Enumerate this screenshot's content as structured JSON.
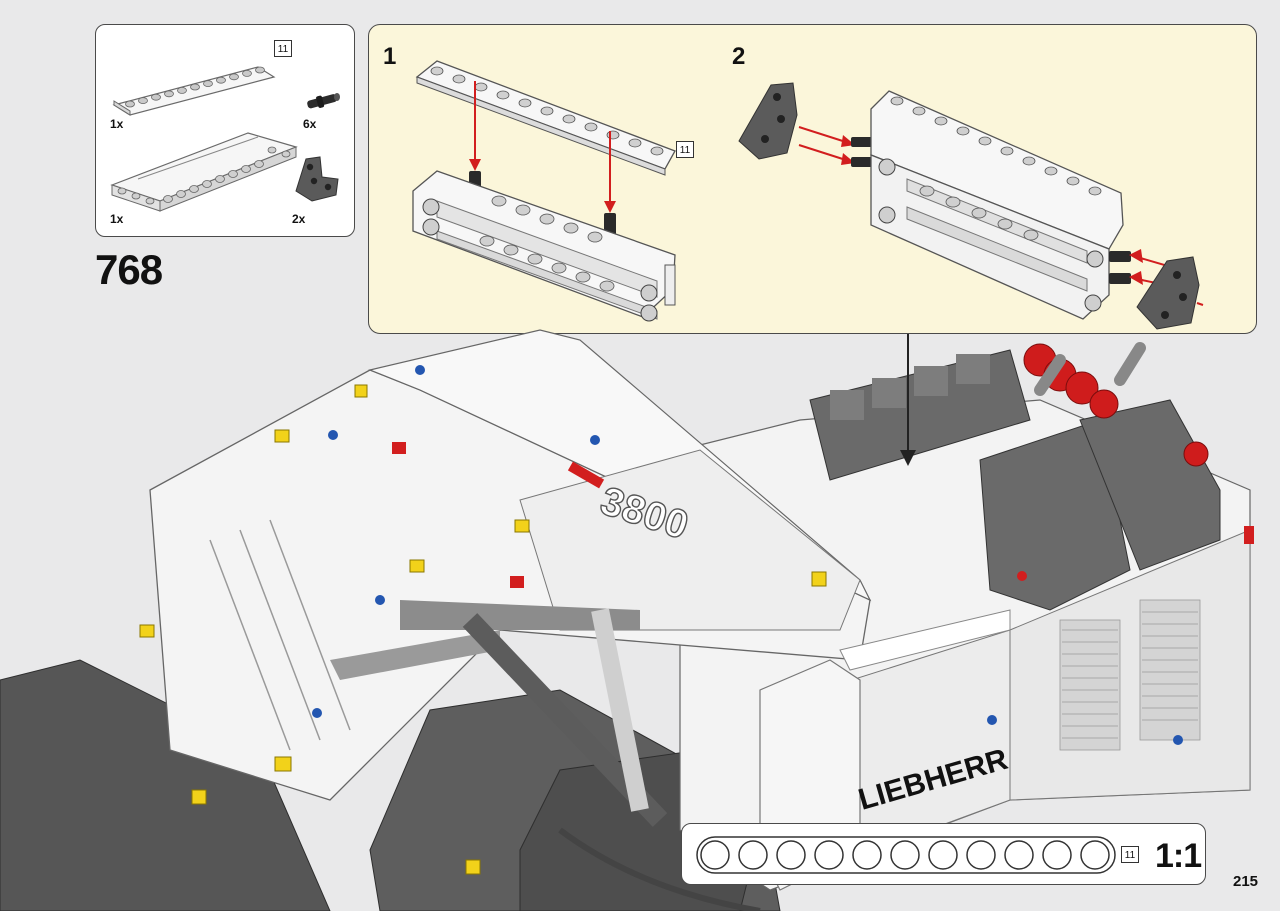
{
  "step": {
    "number": "768"
  },
  "parts_list": {
    "items": [
      {
        "part": "beam",
        "length_label": "11",
        "qty": "1x"
      },
      {
        "part": "pin",
        "qty": "6x"
      },
      {
        "part": "thick-beam",
        "qty": "1x"
      },
      {
        "part": "t-connector",
        "qty": "2x"
      }
    ]
  },
  "sub_assembly": {
    "steps": [
      {
        "number": "1",
        "length_label": "11"
      },
      {
        "number": "2"
      }
    ],
    "arrow_color": "#d21e1e"
  },
  "model": {
    "boom_text": "3800",
    "brand_text": "LIEBHERR"
  },
  "scale_reference": {
    "length_label": "11",
    "scale_text": "1:1",
    "holes": 11
  },
  "page_number": "215",
  "colors": {
    "panel_bg": "#fbf6da",
    "page_bg": "#e9e9ea",
    "part_white": "#f4f4f4",
    "part_grey": "#5a5a5a",
    "accent_red": "#d21e1e"
  }
}
